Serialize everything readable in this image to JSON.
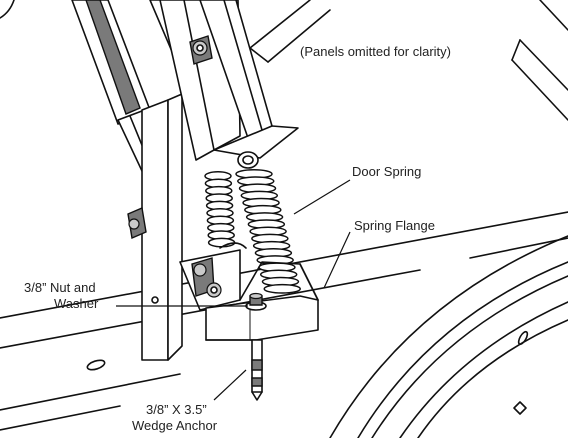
{
  "note": "(Panels omitted for clarity)",
  "labels": {
    "door_spring": "Door Spring",
    "spring_flange": "Spring Flange",
    "nut_line1": "3/8” Nut and",
    "nut_line2": "Washer",
    "anchor_line1": "3/8” X 3.5”",
    "anchor_line2": "Wedge Anchor"
  }
}
